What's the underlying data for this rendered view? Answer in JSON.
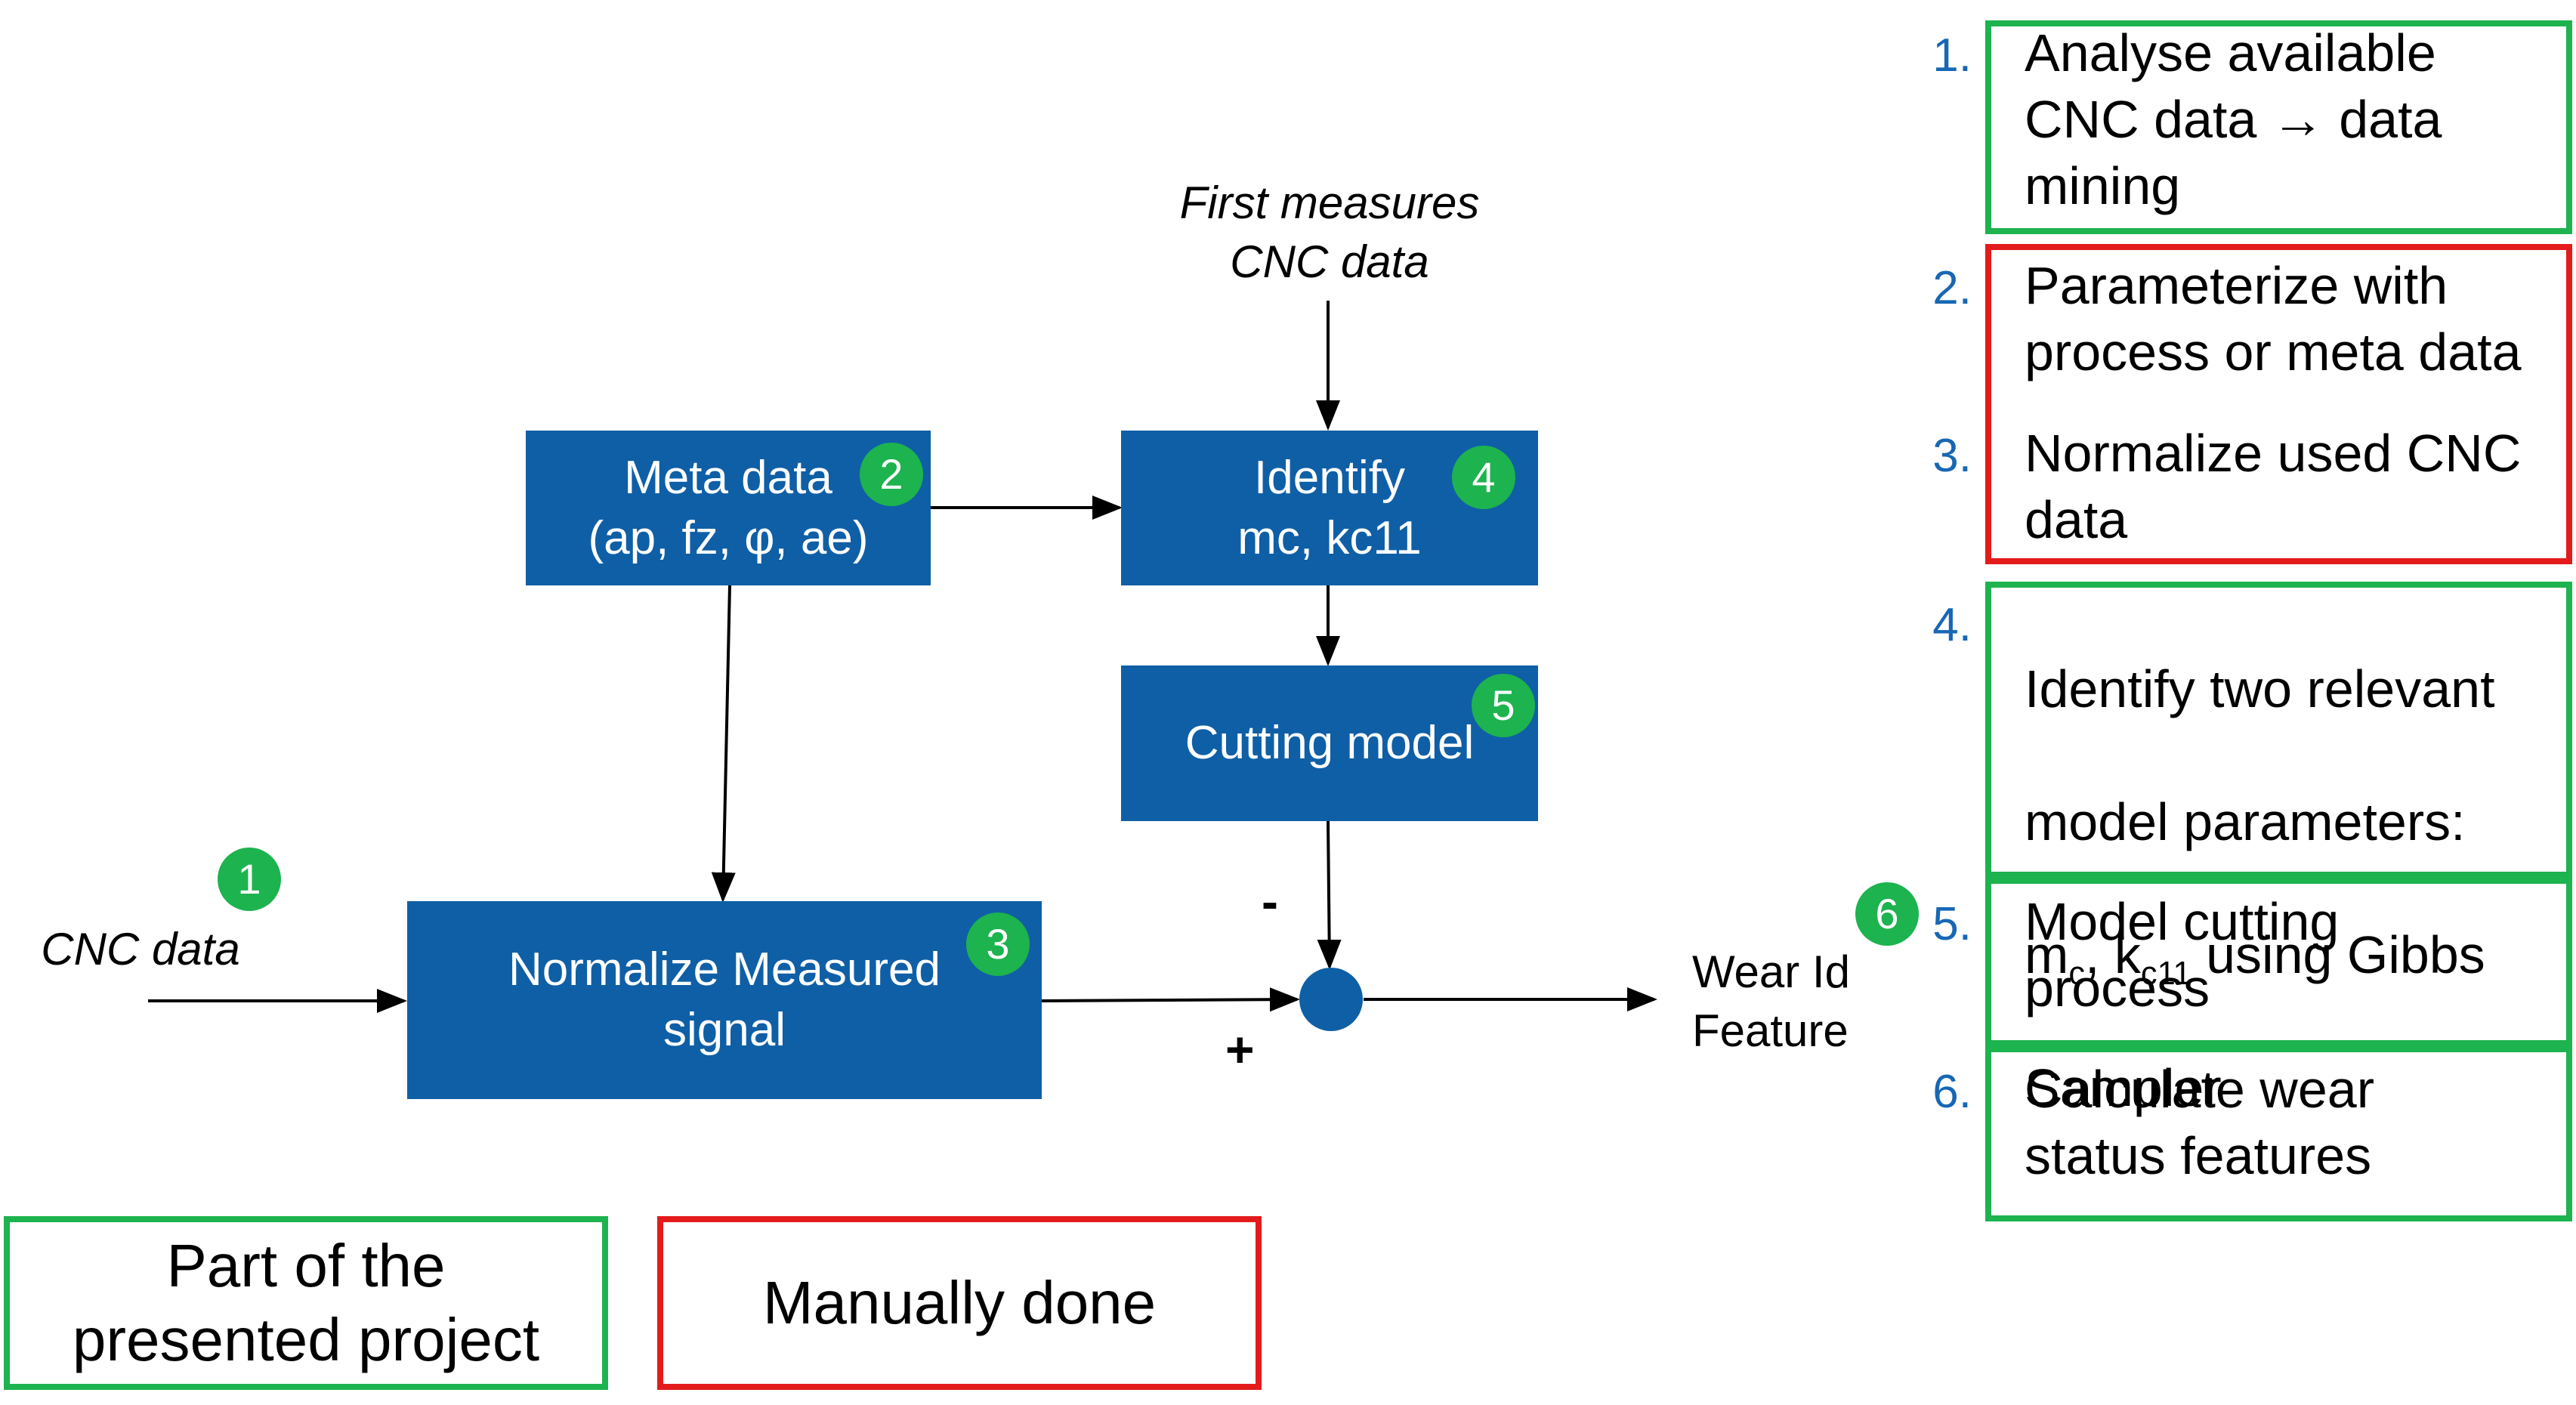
{
  "diagram": {
    "nodes": {
      "meta": {
        "label": "Meta data\n(ap, fz, φ, ae)",
        "badge": "2"
      },
      "identify": {
        "label": "Identify\nmc, kc11",
        "badge": "4"
      },
      "cutting": {
        "label": "Cutting model",
        "badge": "5"
      },
      "normalize": {
        "label": "Normalize Measured\nsignal",
        "badge": "3"
      }
    },
    "first_measures_label": "First measures\nCNC data",
    "cnc_input_label": "CNC data",
    "cnc_badge": "1",
    "output_label": "Wear Id\nFeature",
    "output_badge": "6",
    "minus_sign": "-",
    "plus_sign": "+"
  },
  "steps": [
    {
      "num": "1.",
      "text": "Analyse available\nCNC data → data\nmining"
    },
    {
      "num": "2.",
      "text": "Parameterize with\nprocess or meta data"
    },
    {
      "num": "3.",
      "text": "Normalize used CNC\ndata"
    },
    {
      "num": "4.",
      "text_line1": "Identify two relevant",
      "text_line2": "model parameters:",
      "m": "m",
      "m_sub": "c",
      "sep": ", k",
      "k_sub": "c11",
      "tail": " using Gibbs",
      "text_line4": "Sampler"
    },
    {
      "num": "5.",
      "text": "Model cutting\nprocess"
    },
    {
      "num": "6.",
      "text": "Calculate wear\nstatus features"
    }
  ],
  "legend": {
    "green": "Part of the\npresented project",
    "red": "Manually done"
  },
  "colors": {
    "box_blue": "#0f5fa6",
    "badge_green": "#1db34e",
    "frame_green": "#1db34e",
    "frame_red": "#e31b1b",
    "step_number": "#1767b4"
  }
}
